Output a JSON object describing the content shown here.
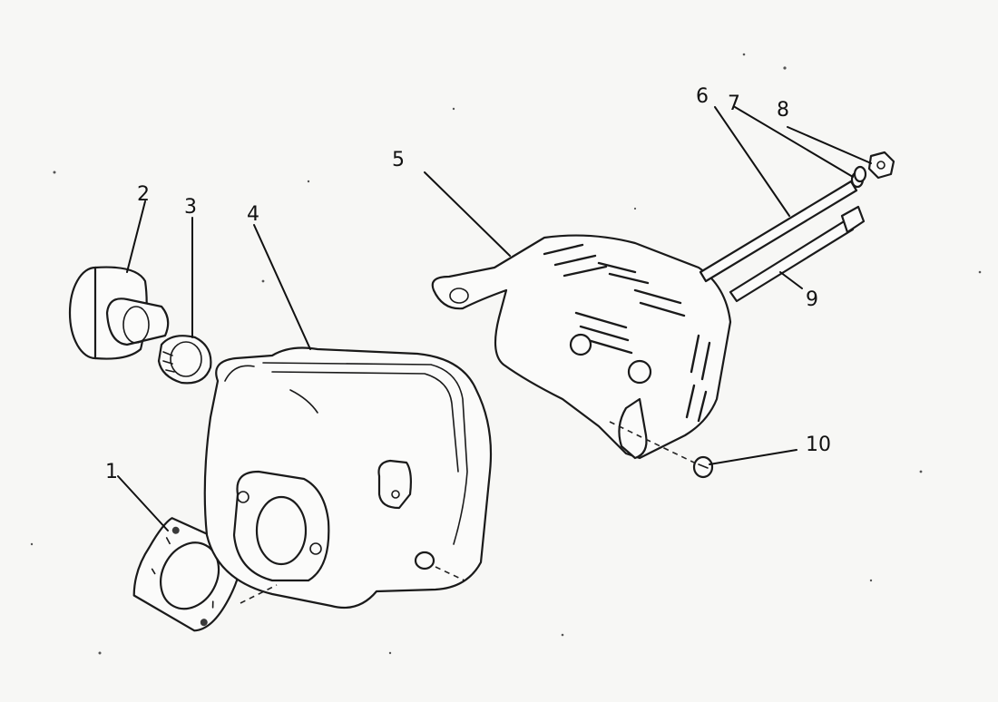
{
  "diagram": {
    "callouts": [
      {
        "id": "1",
        "part": "gasket"
      },
      {
        "id": "2",
        "part": "exhaust-deflector"
      },
      {
        "id": "3",
        "part": "clamp-ring"
      },
      {
        "id": "4",
        "part": "muffler"
      },
      {
        "id": "5",
        "part": "muffler-guard"
      },
      {
        "id": "6",
        "part": "long-bolt"
      },
      {
        "id": "7",
        "part": "washer"
      },
      {
        "id": "8",
        "part": "nut"
      },
      {
        "id": "9",
        "part": "bolt"
      },
      {
        "id": "10",
        "part": "screw"
      }
    ]
  }
}
